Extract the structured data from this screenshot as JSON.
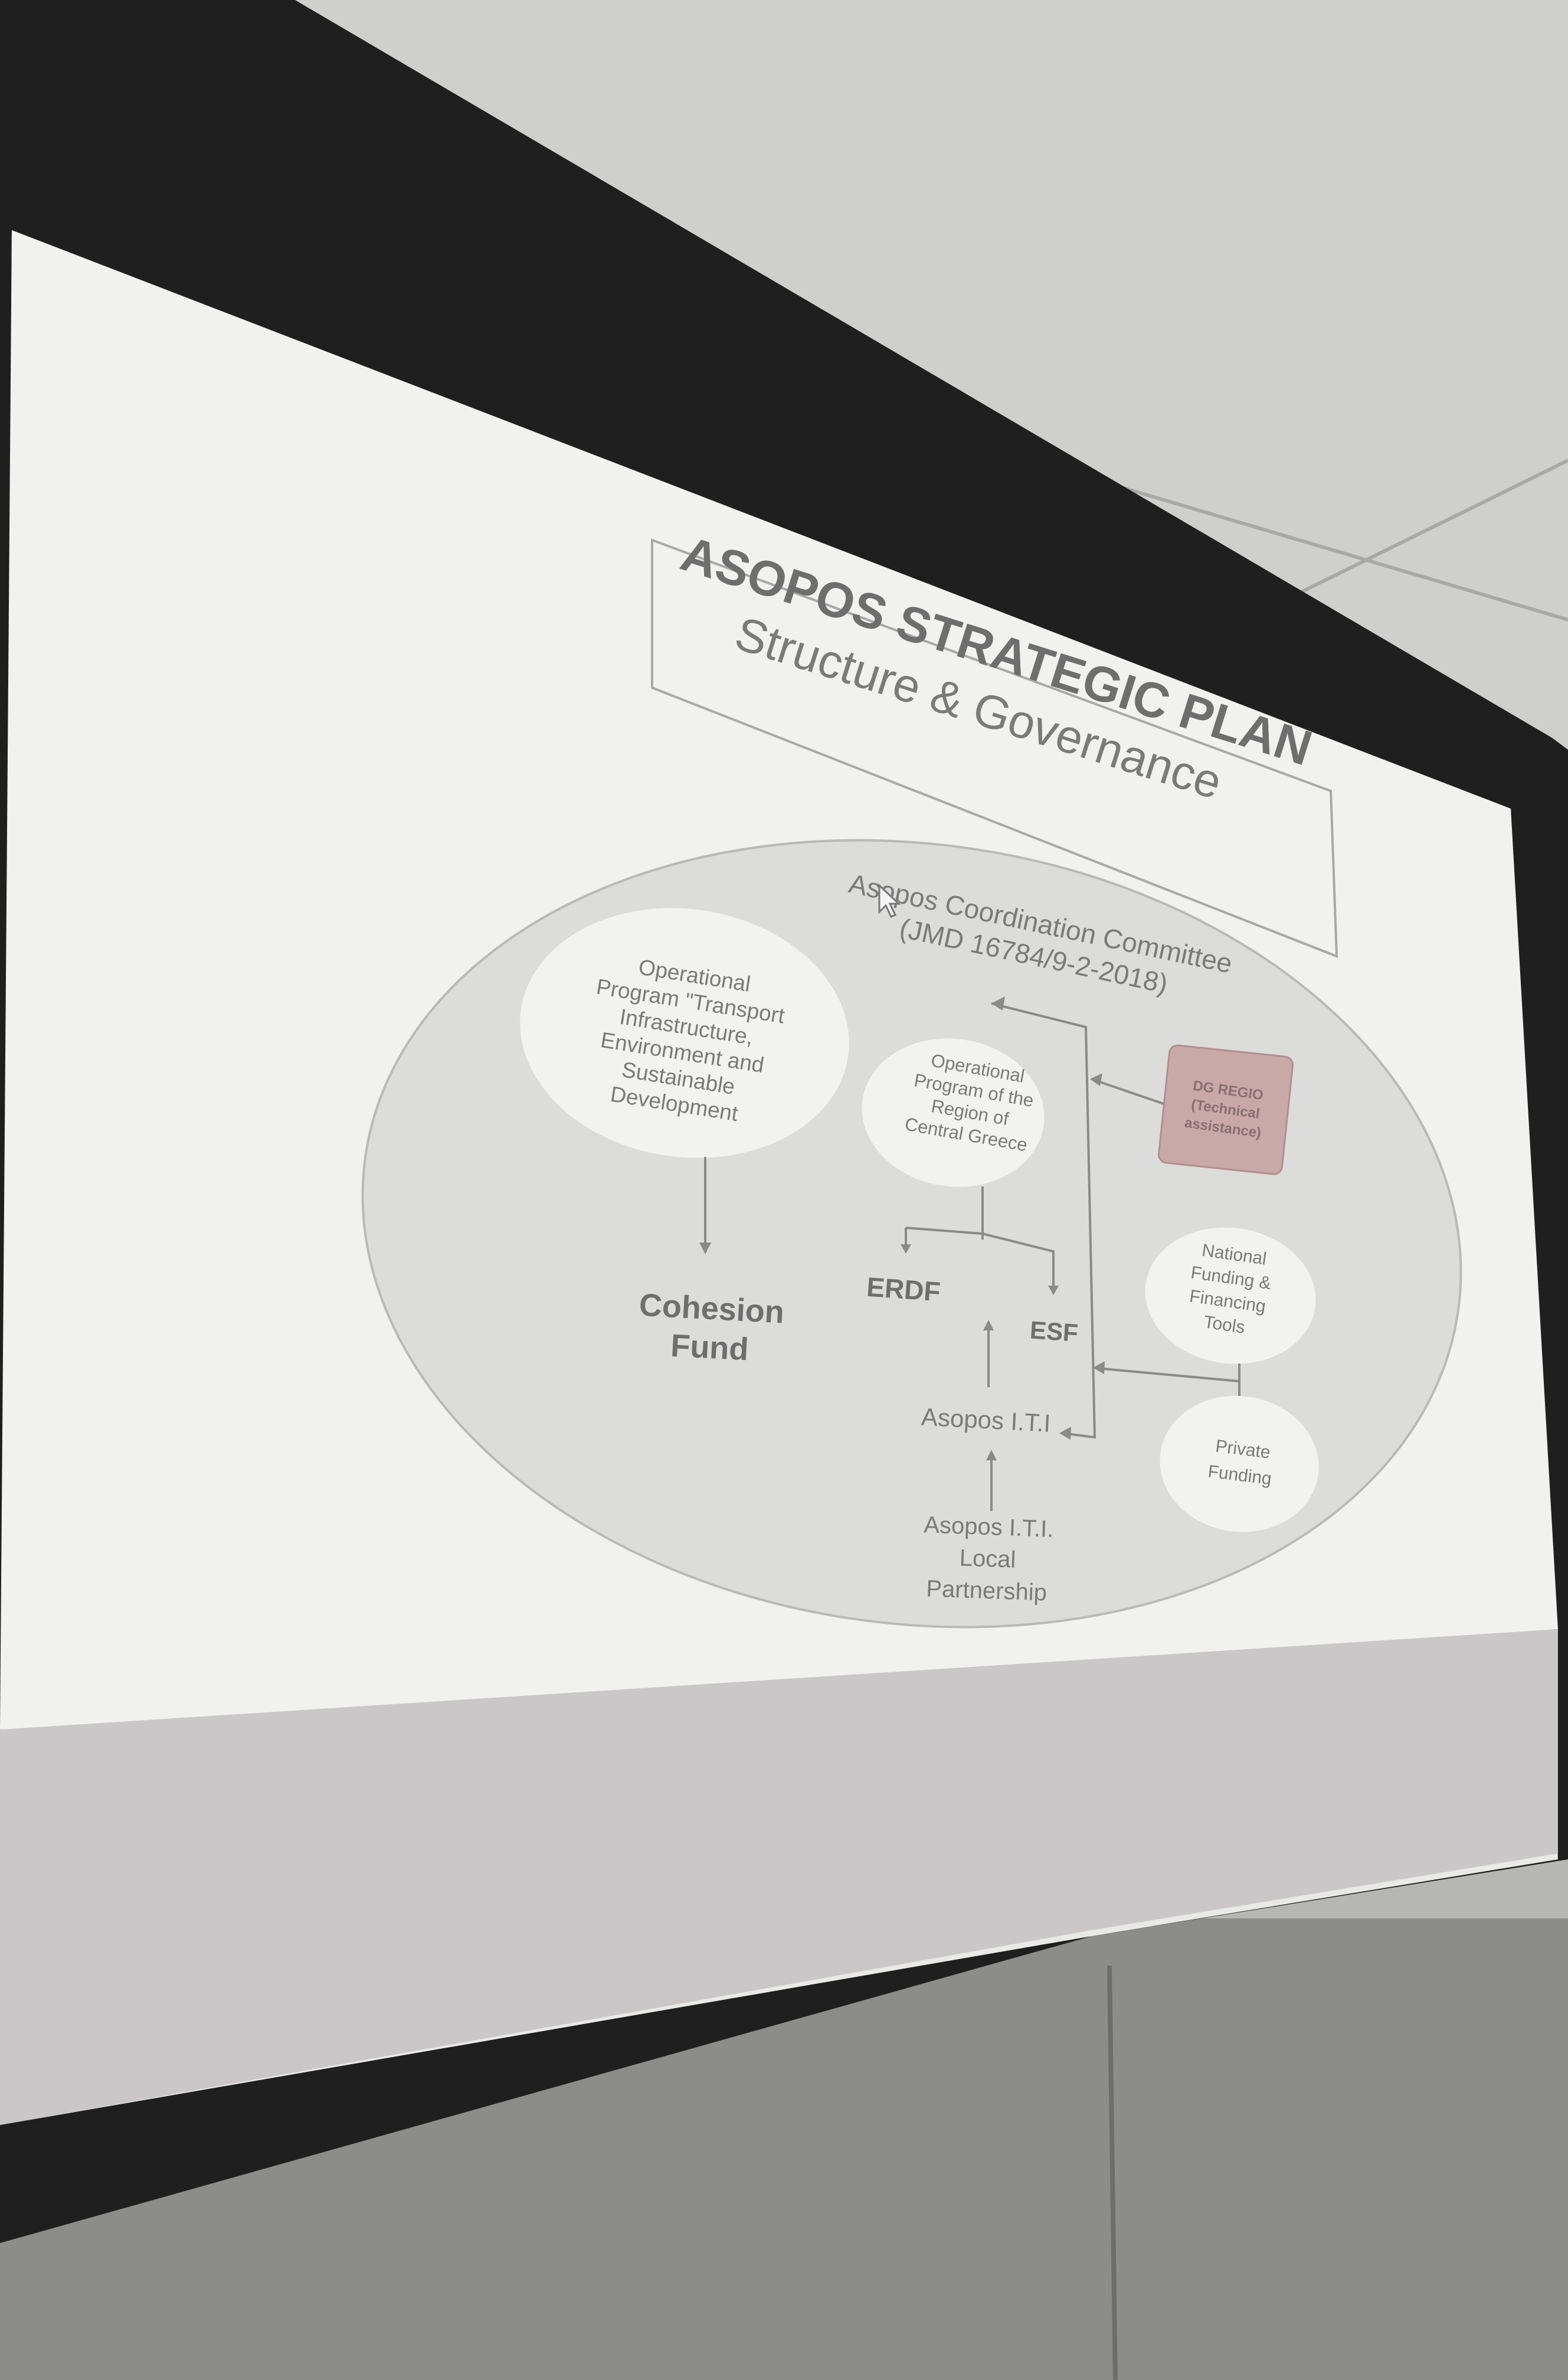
{
  "slide": {
    "title": "ASOPOS STRATEGIC PLAN",
    "subtitle": "Structure & Governance",
    "committee": [
      "Asopos Coordination Committee",
      "(JMD 16784/9-2-2018)"
    ],
    "op_transport": [
      "Operational",
      "Program \"Transport",
      "Infrastructure,",
      "Environment and",
      "Sustainable",
      "Development"
    ],
    "op_region": [
      "Operational",
      "Program of the",
      "Region of",
      "Central Greece"
    ],
    "dg_regio": [
      "DG REGIO",
      "(Technical",
      "assistance)"
    ],
    "national": [
      "National",
      "Funding &",
      "Financing",
      "Tools"
    ],
    "private": [
      "Private",
      "Funding"
    ],
    "cohesion": [
      "Cohesion",
      "Fund"
    ],
    "erdf": "ERDF",
    "esf": "ESF",
    "iti": "Asopos I.T.I",
    "partnership": [
      "Asopos I.T.I.",
      "Local",
      "Partnership"
    ]
  },
  "colors": {
    "wall": "#8f8f8d",
    "ceiling": "#d0d0ce",
    "frame": "#1e1e1e",
    "screen": "#ededeb",
    "ellipse_fill": "#dcdcda",
    "bubble_fill": "#f2f2f0",
    "dg_regio_fill": "#c9a9a8",
    "text": "#7a7a7a"
  }
}
